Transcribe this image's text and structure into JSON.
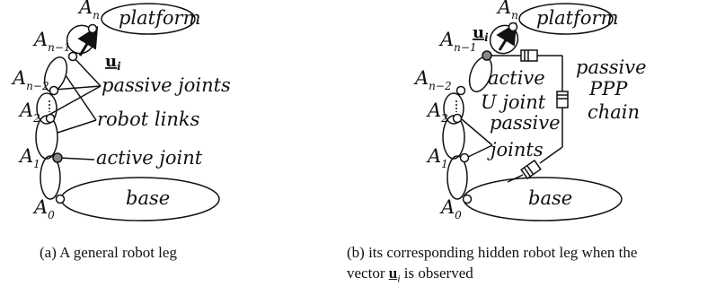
{
  "figure_a": {
    "labels": {
      "An_base": "A",
      "An_sub": "n",
      "An1_base": "A",
      "An1_sub": "n−1",
      "An2_base": "A",
      "An2_sub": "n−2",
      "A2_base": "A",
      "A2_sub": "2",
      "A1_base": "A",
      "A1_sub": "1",
      "A0_base": "A",
      "A0_sub": "0",
      "platform": "platform",
      "base": "base",
      "u_base": "u",
      "u_sub": "i",
      "passive_joints": "passive joints",
      "robot_links": "robot links",
      "active_joint": "active joint"
    },
    "caption": "(a)  A general robot leg"
  },
  "figure_b": {
    "labels": {
      "An_base": "A",
      "An_sub": "n",
      "An1_base": "A",
      "An1_sub": "n−1",
      "An2_base": "A",
      "An2_sub": "n−2",
      "A2_base": "A",
      "A2_sub": "2",
      "A1_base": "A",
      "A1_sub": "1",
      "A0_base": "A",
      "A0_sub": "0",
      "platform": "platform",
      "base": "base",
      "u_base": "u",
      "u_sub": "i",
      "active": "active",
      "u_joint": "U joint",
      "passive1": "passive",
      "joints": "joints",
      "passive2": "passive",
      "ppp": "PPP",
      "chain": "chain"
    },
    "caption_line1": "(b)  its corresponding hidden robot leg when the",
    "caption_line2_pre": "vector ",
    "caption_u": "u",
    "caption_i": "i",
    "caption_line2_post": " is observed"
  },
  "colors": {
    "ink": "#111111",
    "active_joint_fill": "#888888",
    "passive_joint_fill": "#ffffff"
  }
}
